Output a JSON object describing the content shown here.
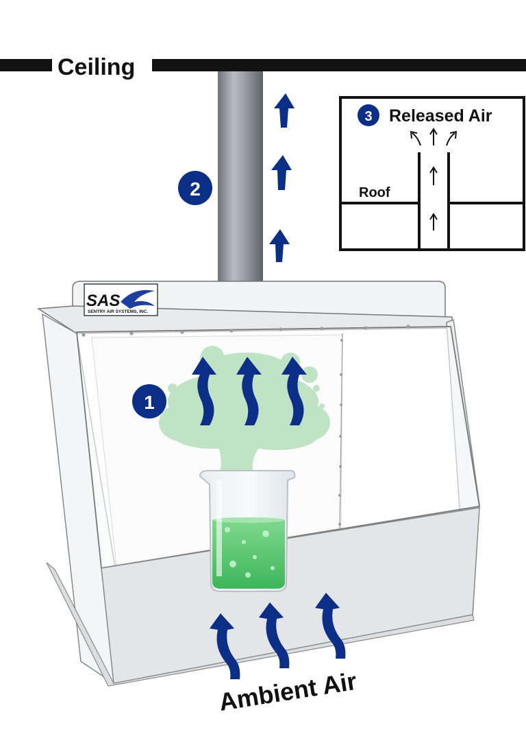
{
  "labels": {
    "ceiling": "Ceiling",
    "released_air": "Released Air",
    "roof": "Roof",
    "ambient_air": "Ambient Air"
  },
  "logo": {
    "text": "SAS",
    "subtitle": "SENTRY AIR SYSTEMS, INC."
  },
  "markers": [
    "1",
    "2",
    "3"
  ],
  "colors": {
    "arrow_blue": "#0b2f86",
    "marker_blue": "#0b2f86",
    "fume_green": "#bfe3c4",
    "liquid_green": "#4cc766",
    "duct_gray": "#8c8f94"
  }
}
